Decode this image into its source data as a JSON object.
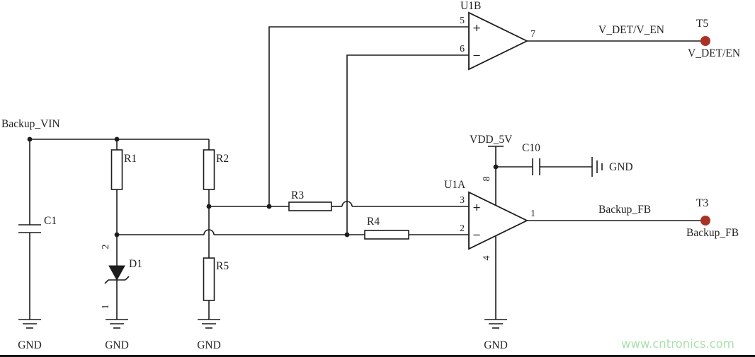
{
  "nets": {
    "backup_vin": "Backup_VIN",
    "vdd_5v": "VDD_5V",
    "v_det_v_en": "V_DET/V_EN",
    "backup_fb": "Backup_FB",
    "gnd": "GND"
  },
  "components": {
    "c1": "C1",
    "c10": "C10",
    "r1": "R1",
    "r2": "R2",
    "r3": "R3",
    "r4": "R4",
    "r5": "R5",
    "d1": "D1",
    "u1a": "U1A",
    "u1b": "U1B"
  },
  "pins": {
    "u1b_in_pos": "5",
    "u1b_in_neg": "6",
    "u1b_out": "7",
    "u1a_in_pos": "3",
    "u1a_in_neg": "2",
    "u1a_out": "1",
    "u1a_vplus": "8",
    "u1a_vminus": "4",
    "d1_cathode": "2",
    "d1_anode": "1",
    "plus": "+",
    "minus": "−"
  },
  "terminals": {
    "t5": {
      "ref": "T5",
      "name": "V_DET/EN"
    },
    "t3": {
      "ref": "T3",
      "name": "Backup_FB"
    }
  },
  "watermark": "www.cntronics.com",
  "colors": {
    "wire": "#1c1c1c",
    "terminal_dot": "#a93226",
    "watermark": "#abe0ab",
    "background": "#ffffff"
  }
}
